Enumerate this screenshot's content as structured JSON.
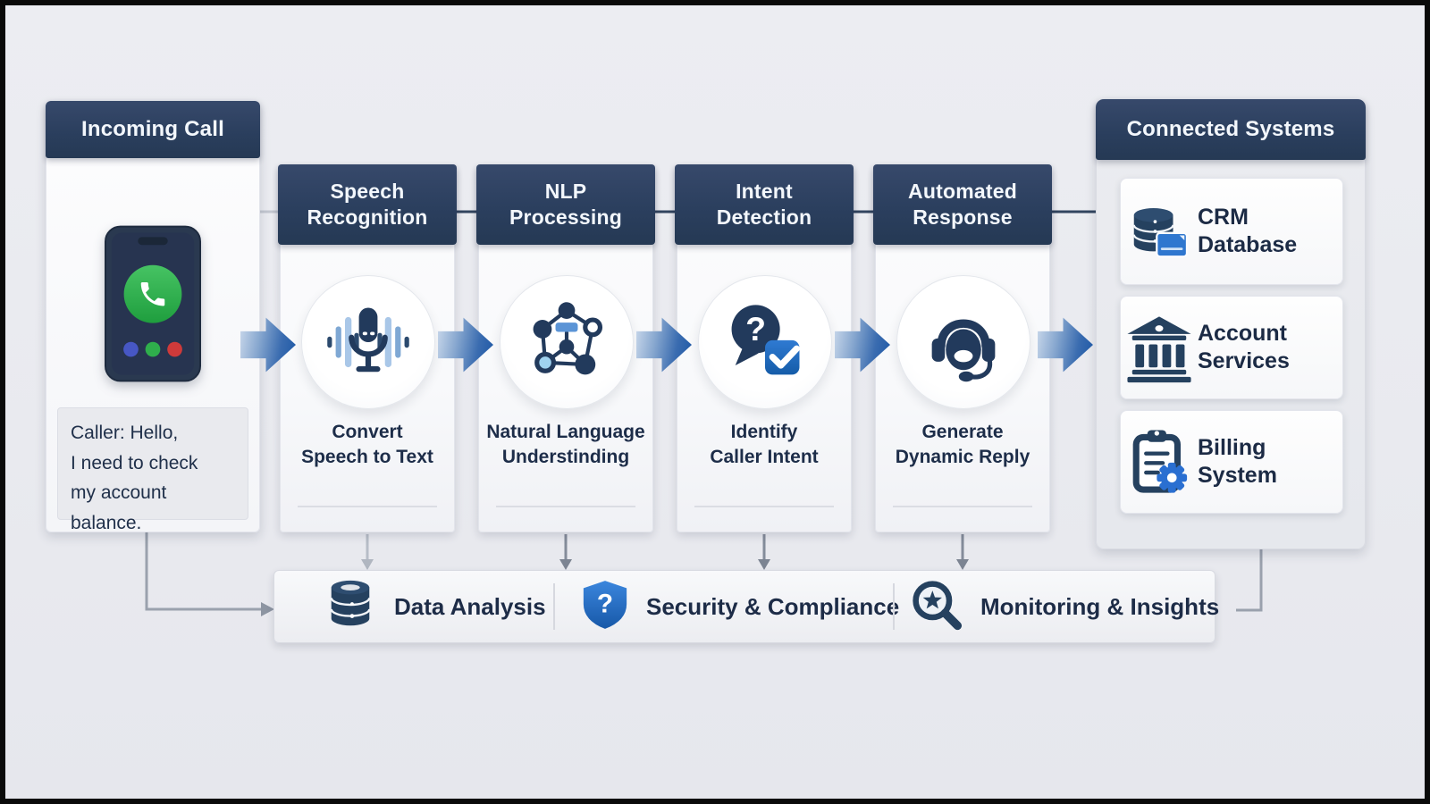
{
  "incoming_call": {
    "title": "Incoming Call",
    "icon": "phone-call",
    "caller_lines": [
      "Caller: Hello,",
      "I need to check",
      "my account balance."
    ]
  },
  "pipeline": [
    {
      "title_line1": "Speech",
      "title_line2": "Recognition",
      "caption_line1": "Convert",
      "caption_line2": "Speech to Text",
      "icon": "microphone-waveform"
    },
    {
      "title_line1": "NLP",
      "title_line2": "Processing",
      "caption_line1": "Natural Language",
      "caption_line2": "Understinding",
      "icon": "neural-network"
    },
    {
      "title_line1": "Intent",
      "title_line2": "Detection",
      "caption_line1": "Identify",
      "caption_line2": "Caller Intent",
      "icon": "question-bubble-check",
      "icon_glyph": "?"
    },
    {
      "title_line1": "Automated",
      "title_line2": "Response",
      "caption_line1": "Generate",
      "caption_line2": "Dynamic Reply",
      "icon": "headset-agent"
    }
  ],
  "connected_systems": {
    "title": "Connected Systems",
    "items": [
      {
        "line1": "CRM",
        "line2": "Database",
        "icon": "database-card"
      },
      {
        "line1": "Account",
        "line2": "Services",
        "icon": "bank-building"
      },
      {
        "line1": "Billing",
        "line2": "System",
        "icon": "clipboard-gear"
      }
    ]
  },
  "bottom_bar": {
    "items": [
      {
        "label": "Data Analysis",
        "icon": "database"
      },
      {
        "label": "Security & Compliance",
        "icon": "shield-question",
        "icon_glyph": "?"
      },
      {
        "label": "Monitoring & Insights",
        "icon": "magnifier-star"
      }
    ]
  },
  "colors": {
    "header_navy": "#2b3f5e",
    "icon_navy": "#233a5c",
    "accent_blue": "#2a6fc9",
    "light_blue": "#9cc0e4",
    "call_green": "#2fae4c",
    "alert_red": "#cf3a3a",
    "dot_blue": "#4757c4",
    "background": "#eaebf0"
  }
}
